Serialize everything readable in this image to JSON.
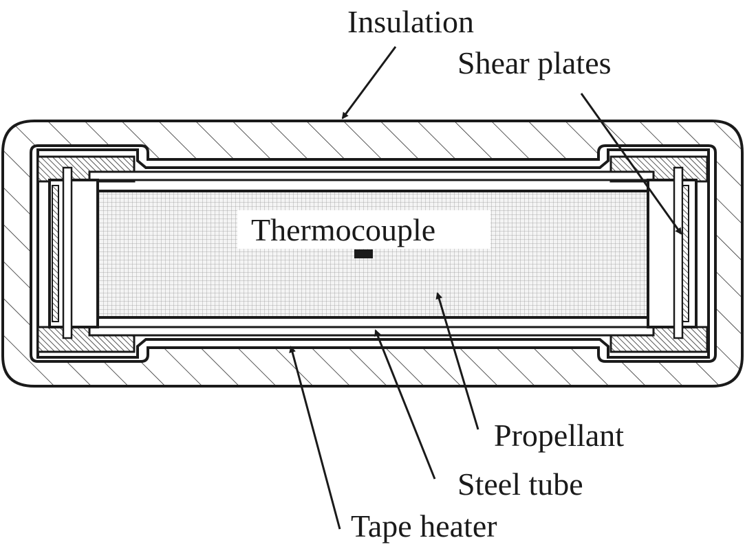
{
  "labels": {
    "insulation": "Insulation",
    "shear_plates": "Shear plates",
    "thermocouple": "Thermocouple",
    "propellant": "Propellant",
    "steel_tube": "Steel tube",
    "tape_heater": "Tape heater"
  },
  "colors": {
    "stroke": "#1a1a1a",
    "background": "#ffffff",
    "hatch": "#2a2a2a",
    "propellant_grid": "#9a9a9a"
  }
}
